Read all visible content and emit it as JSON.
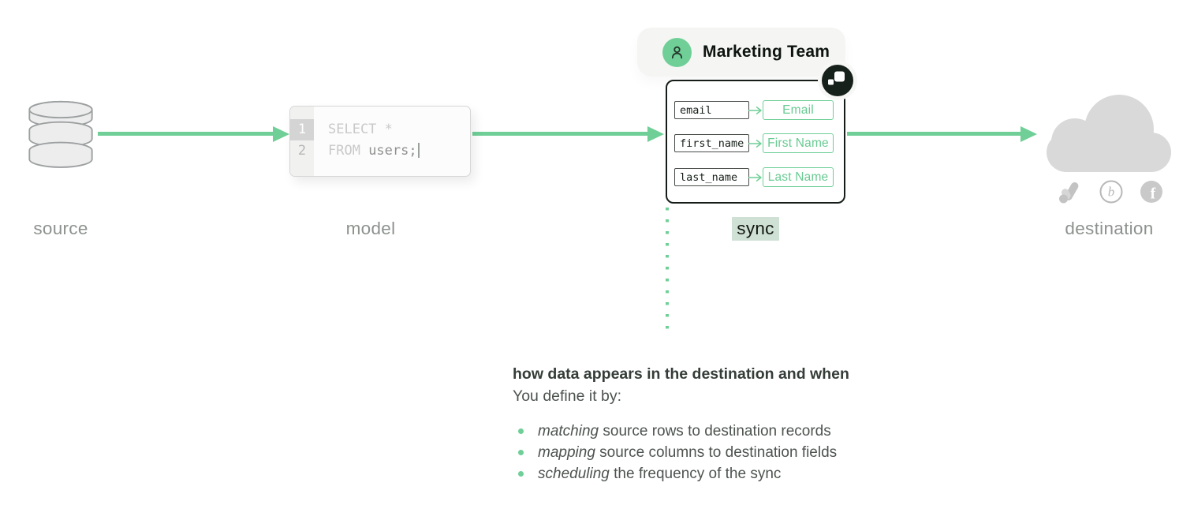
{
  "colors": {
    "accent_green": "#6fcf97",
    "sync_highlight": "#cfe0d4",
    "ink": "#161d18",
    "label_gray": "#8d928e",
    "text_gray": "#4d534f",
    "heading_gray": "#353d38",
    "cloud_gray": "#d9d9d9",
    "code_muted": "#c9c9c9",
    "code_text": "#8f918f",
    "pill_bg": "#f5f6f4",
    "logo_dark": "#17211b",
    "icon_gray": "#c3c3c3"
  },
  "stages": {
    "source": {
      "label": "source",
      "icon": "database-icon"
    },
    "model": {
      "label": "model",
      "code": {
        "line1_number": "1",
        "line1_code": "SELECT *",
        "line2_number": "2",
        "line2_keyword": "FROM ",
        "line2_code": "users;"
      }
    },
    "sync": {
      "label": "sync",
      "team_name": "Marketing Team",
      "team_icon": "person-icon",
      "app_icon": "hightouch-logo-icon",
      "mappings": [
        {
          "source_field": "email",
          "dest_field": "Email"
        },
        {
          "source_field": "first_name",
          "dest_field": "First Name"
        },
        {
          "source_field": "last_name",
          "dest_field": "Last Name"
        }
      ]
    },
    "destination": {
      "label": "destination",
      "icon": "cloud-icon",
      "service_icons": [
        "google-ads-icon",
        "braze-icon",
        "facebook-icon"
      ]
    }
  },
  "notes": {
    "heading": "how data appears in the destination and when",
    "intro": "You define it by:",
    "bullets": [
      {
        "lead": "matching",
        "rest": " source rows to destination records"
      },
      {
        "lead": "mapping",
        "rest": " source columns to destination fields"
      },
      {
        "lead": "scheduling",
        "rest": " the frequency of the sync"
      }
    ]
  }
}
